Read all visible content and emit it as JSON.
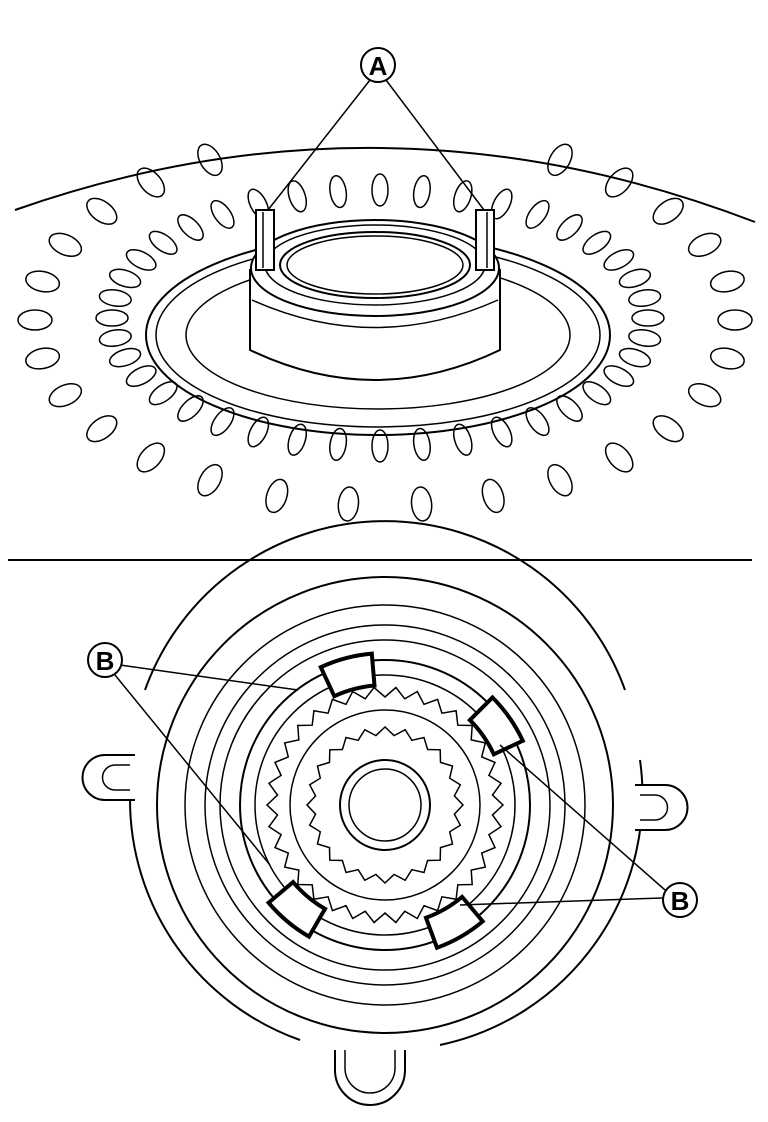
{
  "figure": {
    "top_view": {
      "callout": "A"
    },
    "bottom_view": {
      "callouts": [
        "B",
        "B"
      ]
    }
  }
}
